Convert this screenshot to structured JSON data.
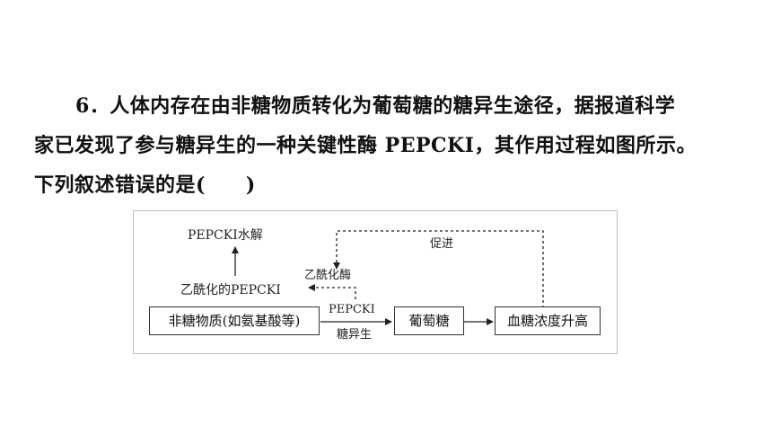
{
  "question": {
    "line1": "6．人体内存在由非糖物质转化为葡萄糖的糖异生途径，据报道科学",
    "line2": "家已发现了参与糖异生的一种关键性酶 PEPCKI，其作用过程如图所示。",
    "line3": "下列叙述错误的是(　　)"
  },
  "diagram": {
    "node_nonsugar": "非糖物质(如氨基酸等)",
    "node_glucose": "葡萄糖",
    "node_blood_sugar": "血糖浓度升高",
    "label_hydrolysis": "PEPCKI水解",
    "label_acetylated": "乙酰化的PEPCKI",
    "label_acetylase": "乙酰化酶",
    "label_promote": "促进",
    "label_pepcki": "PEPCKI",
    "label_gluconeogenesis": "糖异生"
  }
}
